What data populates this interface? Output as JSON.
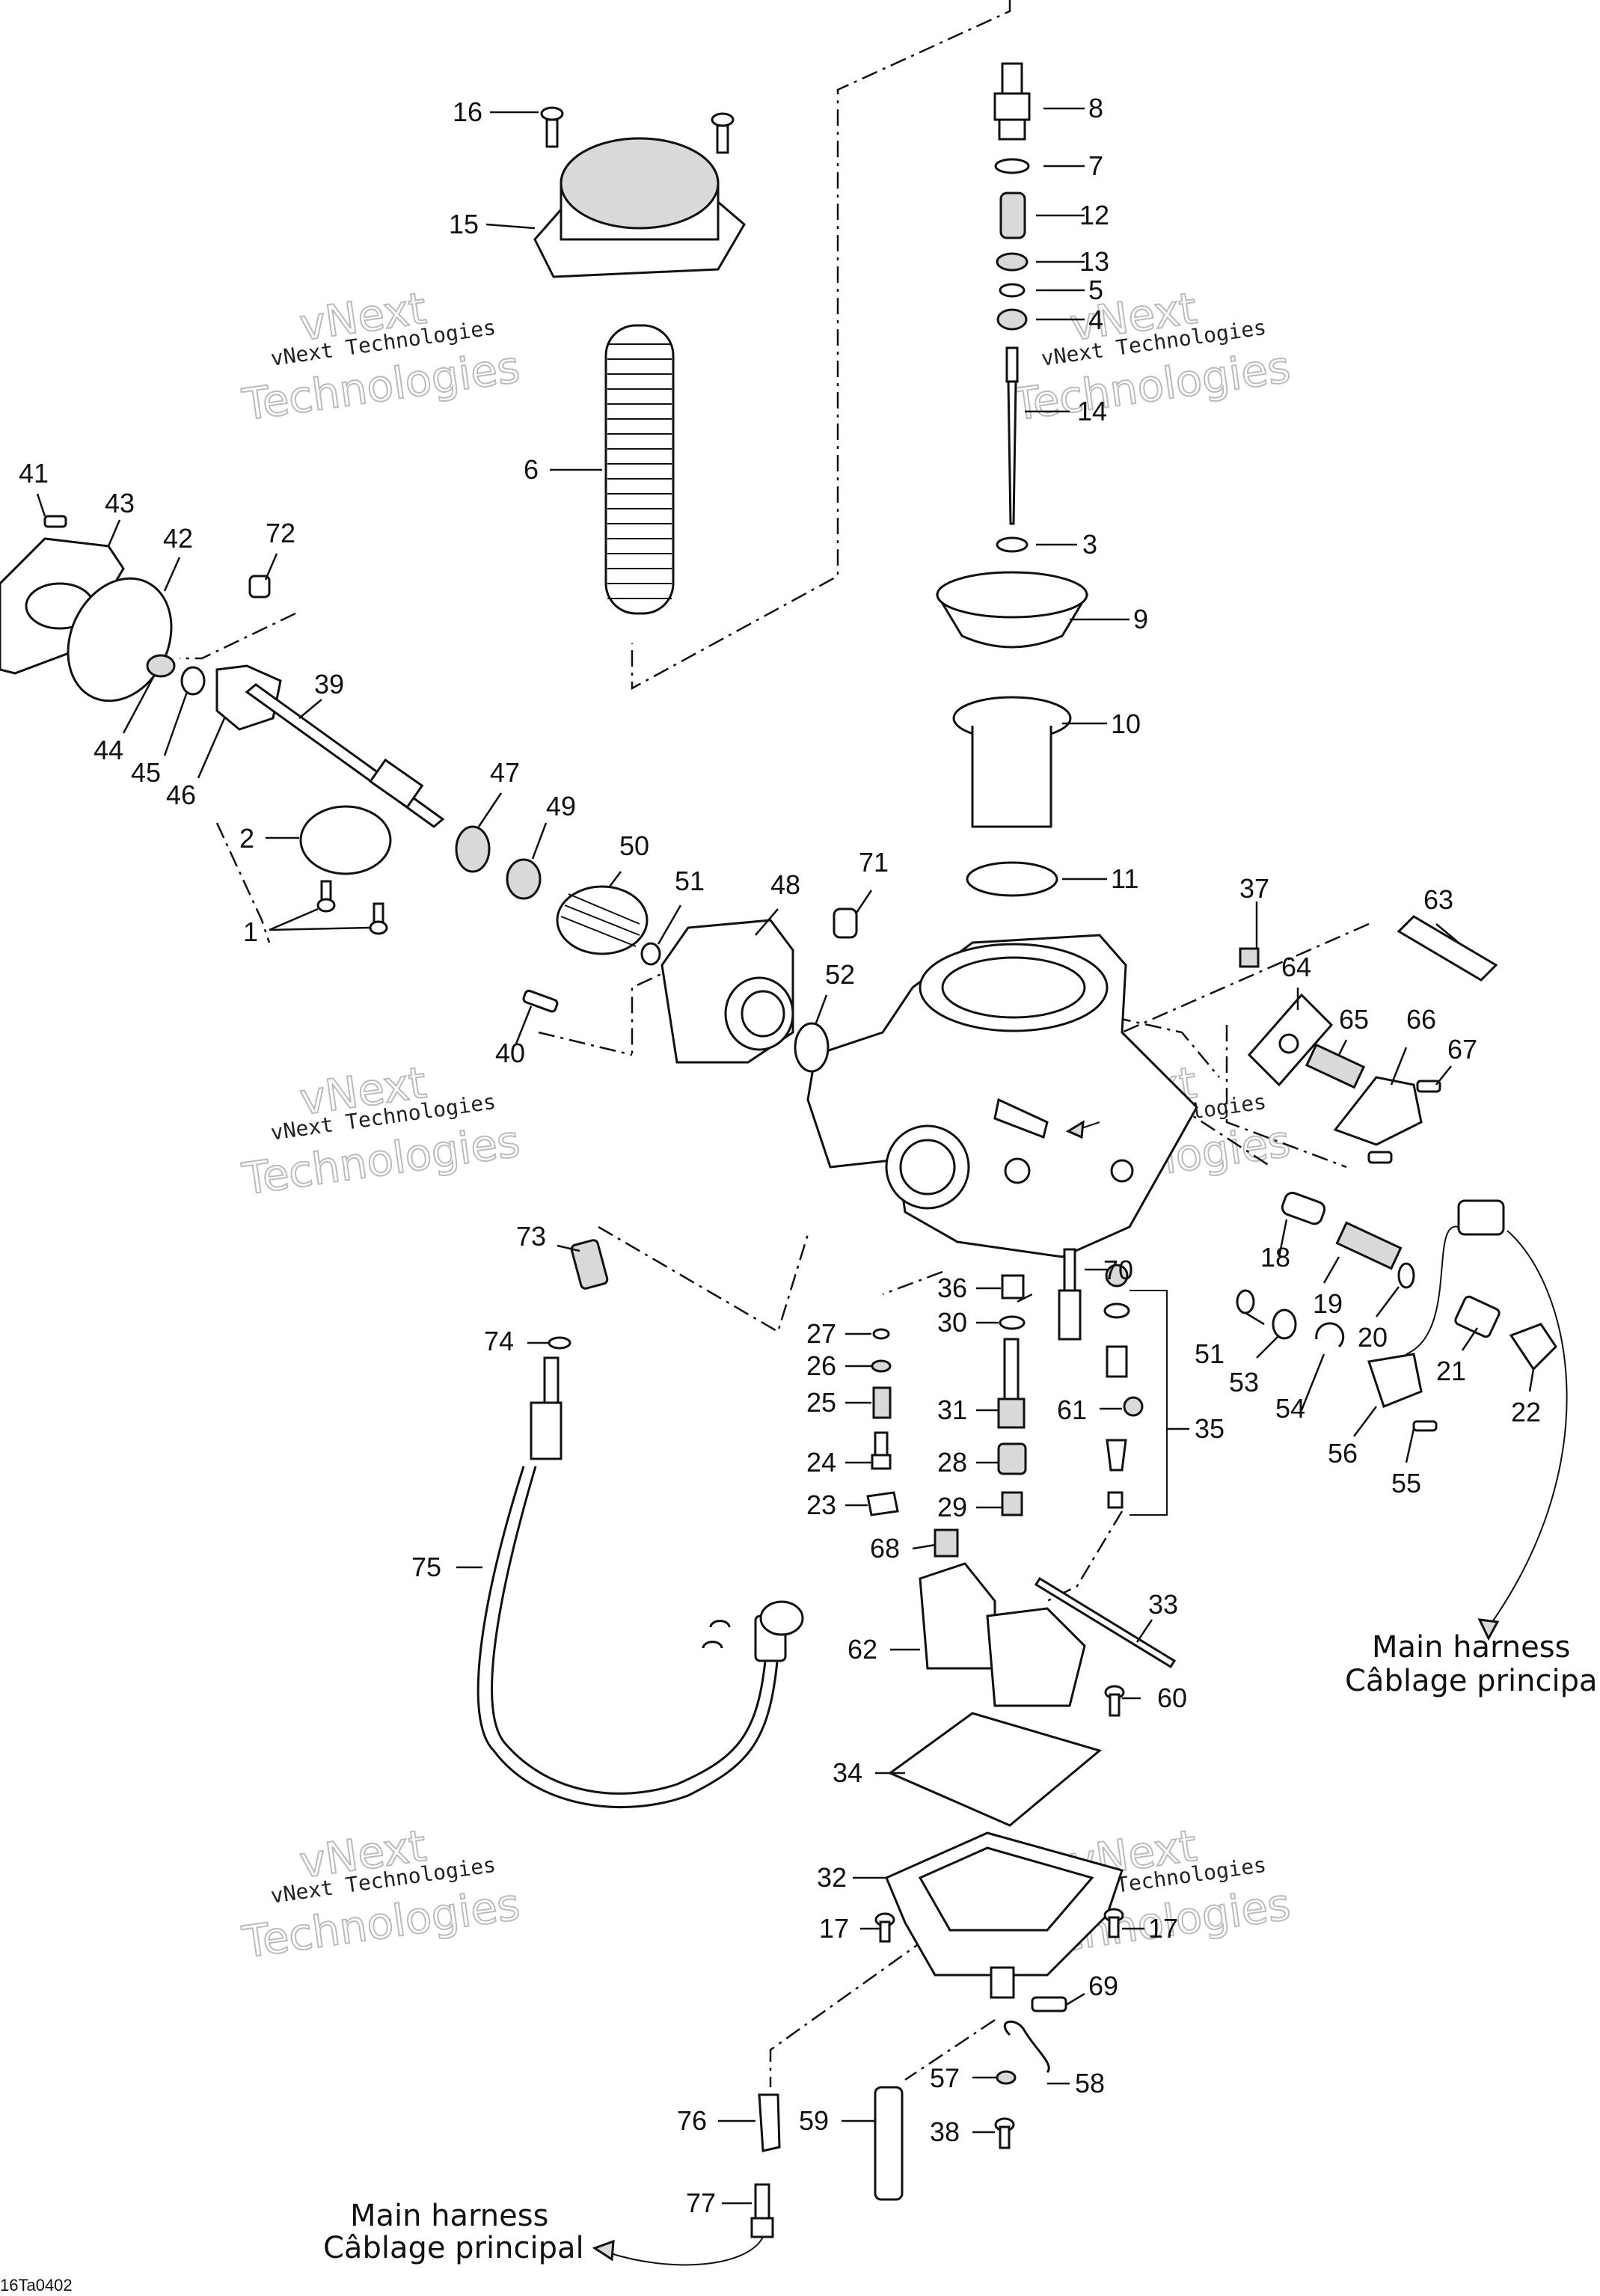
{
  "diagram": {
    "drawing_code": "16Ta0402",
    "watermark": {
      "line1": "vNext Technologies",
      "line2a": "vNext",
      "line2b": "Technologies"
    },
    "notes": {
      "harness_en": "Main harness",
      "harness_fr": "Câblage principal"
    },
    "callouts": [
      "1",
      "2",
      "3",
      "4",
      "5",
      "6",
      "7",
      "8",
      "9",
      "10",
      "11",
      "12",
      "13",
      "14",
      "15",
      "16",
      "17",
      "18",
      "19",
      "20",
      "21",
      "22",
      "23",
      "24",
      "25",
      "26",
      "27",
      "28",
      "29",
      "30",
      "31",
      "32",
      "33",
      "34",
      "35",
      "36",
      "37",
      "38",
      "39",
      "40",
      "41",
      "42",
      "43",
      "44",
      "45",
      "46",
      "47",
      "48",
      "49",
      "50",
      "51",
      "52",
      "53",
      "54",
      "55",
      "56",
      "57",
      "58",
      "59",
      "60",
      "61",
      "62",
      "63",
      "64",
      "65",
      "66",
      "67",
      "68",
      "69",
      "70",
      "71",
      "72",
      "73",
      "74",
      "75",
      "76",
      "77"
    ]
  }
}
